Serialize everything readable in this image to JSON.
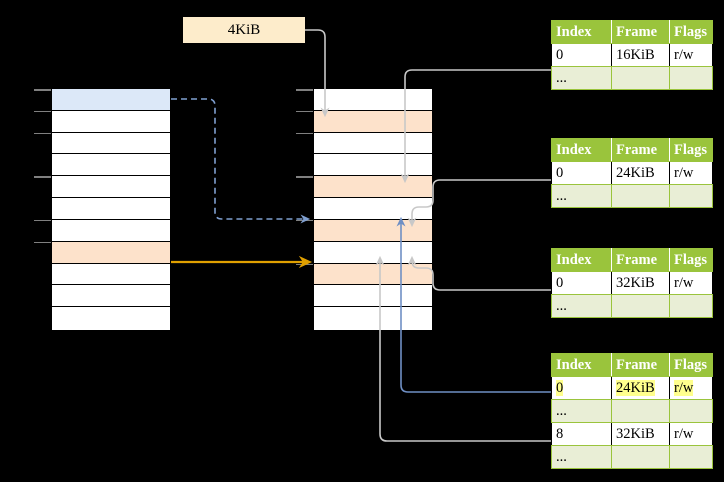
{
  "diagram": {
    "title": "page-table-walk",
    "size_label": {
      "text": "4KiB"
    }
  },
  "colors": {
    "table_header_green": "#9ac43c",
    "table_ellipsis_bg": "#e9eed6",
    "highlight_yellow": "#ffff8d",
    "row_blue": "#dce8f8",
    "row_peach": "#fde2cb",
    "size_label_bg": "#fdeccb",
    "orange_arrow": "#e0a000",
    "blue_arrow": "#6f8fc4",
    "gray_arrow": "#cccccc",
    "background": "#000000"
  },
  "virtual_column": {
    "name": "virtual-address-space",
    "rows": [
      {
        "label": "",
        "fill": "blue"
      },
      {
        "label": "",
        "fill": "white"
      },
      {
        "label": "",
        "fill": "white"
      },
      {
        "label": "",
        "fill": "white"
      },
      {
        "label": "",
        "fill": "white"
      },
      {
        "label": "",
        "fill": "white"
      },
      {
        "label": "",
        "fill": "white"
      },
      {
        "label": "",
        "fill": "peach"
      },
      {
        "label": "",
        "fill": "white"
      },
      {
        "label": "",
        "fill": "white"
      },
      {
        "label": "",
        "fill": "white"
      }
    ]
  },
  "physical_column": {
    "name": "physical-memory",
    "rows": [
      {
        "label": "",
        "fill": "white"
      },
      {
        "label": "",
        "fill": "peach"
      },
      {
        "label": "",
        "fill": "white"
      },
      {
        "label": "",
        "fill": "white"
      },
      {
        "label": "",
        "fill": "peach"
      },
      {
        "label": "",
        "fill": "white"
      },
      {
        "label": "",
        "fill": "peach"
      },
      {
        "label": "",
        "fill": "white"
      },
      {
        "label": "",
        "fill": "peach"
      },
      {
        "label": "",
        "fill": "white"
      },
      {
        "label": "",
        "fill": "white"
      }
    ]
  },
  "page_tables": [
    {
      "name": "page-table-level-1",
      "columns": [
        "Index",
        "Frame",
        "Flags"
      ],
      "rows": [
        {
          "cells": [
            "0",
            "16KiB",
            "r/w"
          ],
          "type": "data",
          "highlight": [
            false,
            false,
            false
          ]
        },
        {
          "cells": [
            "...",
            "",
            ""
          ],
          "type": "ellipsis",
          "highlight": [
            false,
            false,
            false
          ]
        }
      ]
    },
    {
      "name": "page-table-level-2",
      "columns": [
        "Index",
        "Frame",
        "Flags"
      ],
      "rows": [
        {
          "cells": [
            "0",
            "24KiB",
            "r/w"
          ],
          "type": "data",
          "highlight": [
            false,
            false,
            false
          ]
        },
        {
          "cells": [
            "...",
            "",
            ""
          ],
          "type": "ellipsis",
          "highlight": [
            false,
            false,
            false
          ]
        }
      ]
    },
    {
      "name": "page-table-level-3",
      "columns": [
        "Index",
        "Frame",
        "Flags"
      ],
      "rows": [
        {
          "cells": [
            "0",
            "32KiB",
            "r/w"
          ],
          "type": "data",
          "highlight": [
            false,
            false,
            false
          ]
        },
        {
          "cells": [
            "...",
            "",
            ""
          ],
          "type": "ellipsis",
          "highlight": [
            false,
            false,
            false
          ]
        }
      ]
    },
    {
      "name": "page-table-level-4",
      "columns": [
        "Index",
        "Frame",
        "Flags"
      ],
      "rows": [
        {
          "cells": [
            "0",
            "24KiB",
            "r/w"
          ],
          "type": "data",
          "highlight": [
            true,
            true,
            true
          ]
        },
        {
          "cells": [
            "...",
            "",
            ""
          ],
          "type": "ellipsis",
          "highlight": [
            false,
            false,
            false
          ]
        },
        {
          "cells": [
            "8",
            "32KiB",
            "r/w"
          ],
          "type": "data",
          "highlight": [
            false,
            false,
            false
          ]
        },
        {
          "cells": [
            "...",
            "",
            ""
          ],
          "type": "ellipsis",
          "highlight": [
            false,
            false,
            false
          ]
        }
      ]
    }
  ]
}
